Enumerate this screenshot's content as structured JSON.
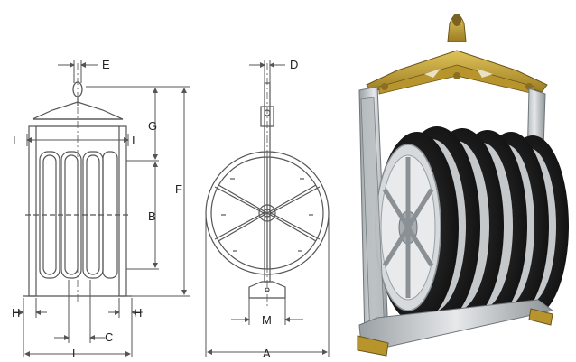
{
  "dimensions": {
    "A": "A",
    "B": "B",
    "C": "C",
    "D": "D",
    "E": "E",
    "F": "F",
    "G": "G",
    "H": "H",
    "I": "I",
    "L": "L",
    "M": "M"
  },
  "colors": {
    "line": "#555555",
    "galvanized": "#c9ccce",
    "yoke": "#c9a93a",
    "sheave_rubber": "#1b1b1b"
  },
  "icons": [
    "technical-front-view-drawing",
    "technical-side-view-drawing",
    "pulley-block-photo"
  ]
}
